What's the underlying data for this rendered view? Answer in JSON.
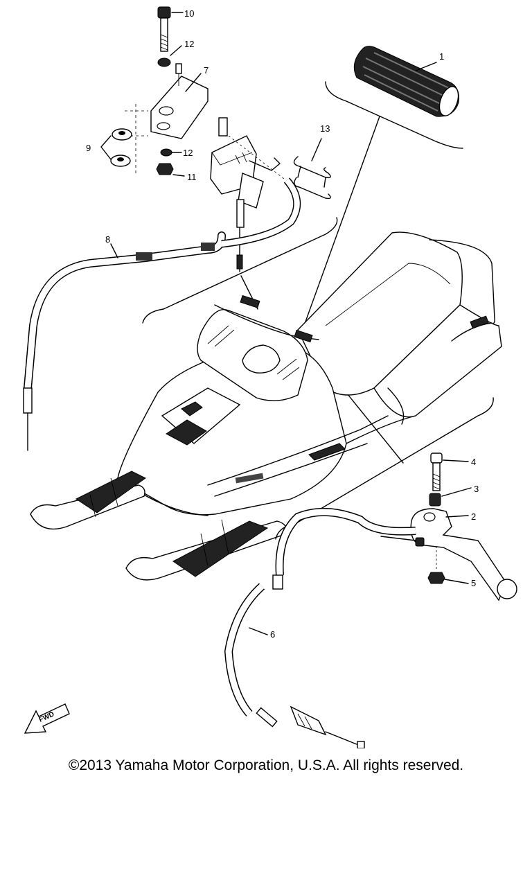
{
  "copyright": "©2013 Yamaha Motor Corporation, U.S.A. All rights reserved.",
  "fwd_marker": "FWD",
  "parts": [
    {
      "number": "1"
    },
    {
      "number": "2"
    },
    {
      "number": "3"
    },
    {
      "number": "4"
    },
    {
      "number": "5"
    },
    {
      "number": "6"
    },
    {
      "number": "7"
    },
    {
      "number": "8"
    },
    {
      "number": "9"
    },
    {
      "number": "10"
    },
    {
      "number": "11"
    },
    {
      "number": "12"
    },
    {
      "number": "12"
    },
    {
      "number": "13"
    }
  ]
}
